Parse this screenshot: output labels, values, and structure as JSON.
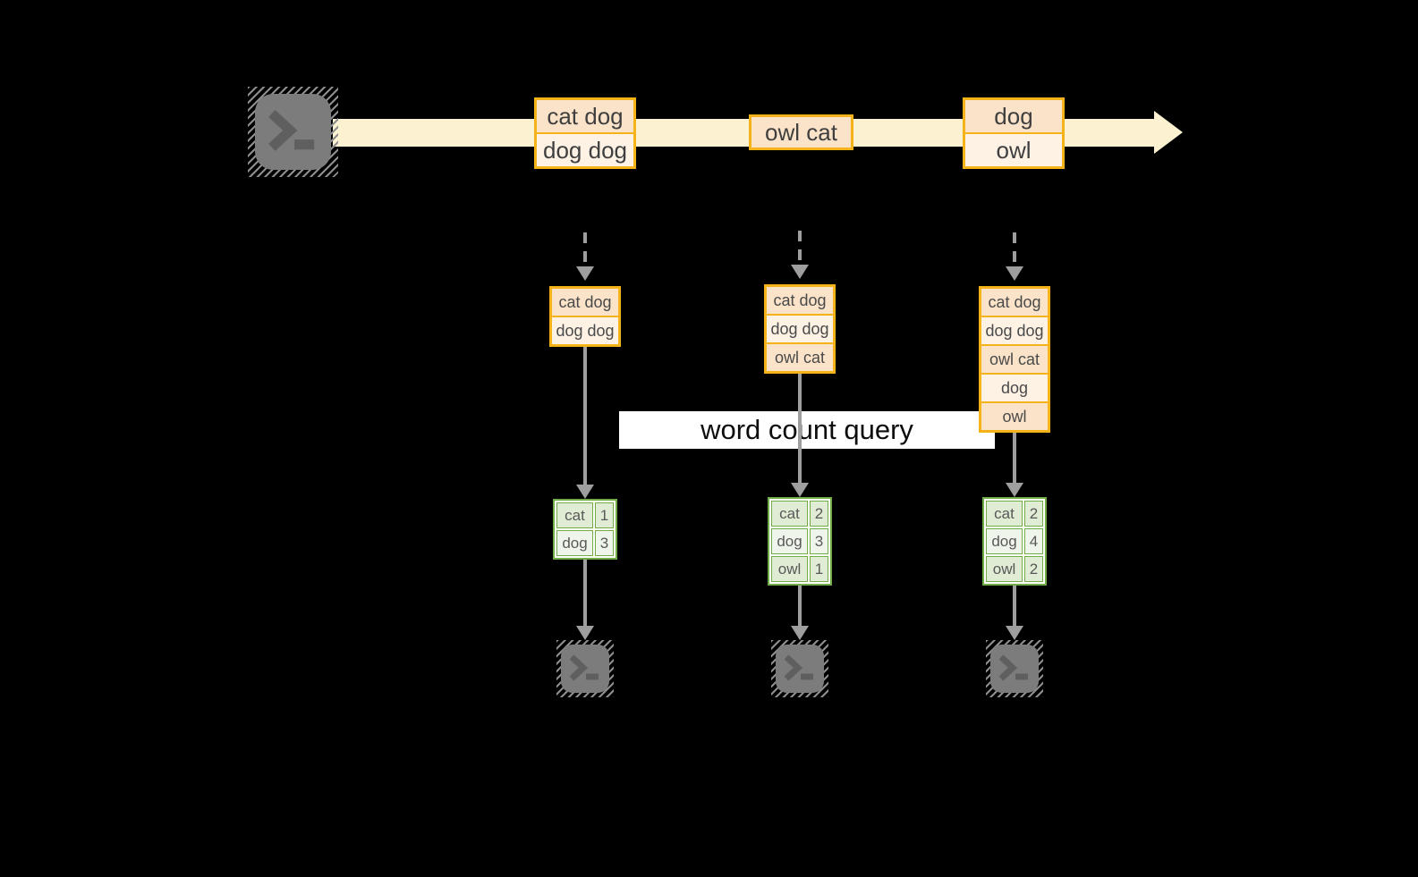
{
  "banner": {
    "label": "word count query"
  },
  "stream": {
    "groups": [
      {
        "items": [
          "cat dog",
          "dog dog"
        ]
      },
      {
        "items": [
          "owl cat"
        ]
      },
      {
        "items": [
          "dog",
          "owl"
        ]
      }
    ]
  },
  "columns": [
    {
      "buffer": [
        "cat dog",
        "dog dog"
      ],
      "counts": [
        {
          "word": "cat",
          "value": "1"
        },
        {
          "word": "dog",
          "value": "3"
        }
      ]
    },
    {
      "buffer": [
        "cat dog",
        "dog dog",
        "owl cat"
      ],
      "counts": [
        {
          "word": "cat",
          "value": "2"
        },
        {
          "word": "dog",
          "value": "3"
        },
        {
          "word": "owl",
          "value": "1"
        }
      ]
    },
    {
      "buffer": [
        "cat dog",
        "dog dog",
        "owl cat",
        "dog",
        "owl"
      ],
      "counts": [
        {
          "word": "cat",
          "value": "2"
        },
        {
          "word": "dog",
          "value": "4"
        },
        {
          "word": "owl",
          "value": "2"
        }
      ]
    }
  ],
  "icons": {
    "source": "terminal-icon",
    "sink": "terminal-icon"
  },
  "colors": {
    "orange": "#f5b31a",
    "peach-dark": "#fae3c8",
    "peach-light": "#fdf2e4",
    "cream": "#fcf2d2",
    "green": "#70ad47",
    "green-dark": "#e0ecd4",
    "green-light": "#eff5ea",
    "gray": "#9e9e9e",
    "background": "#000000"
  }
}
